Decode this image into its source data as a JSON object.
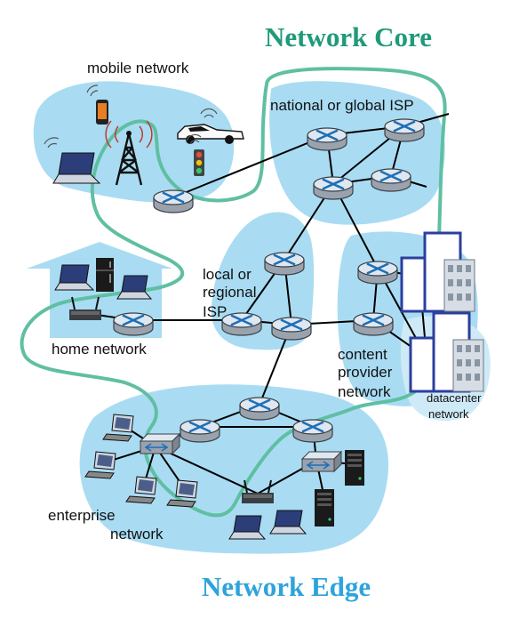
{
  "titles": {
    "core": "Network Core",
    "edge": "Network Edge"
  },
  "labels": {
    "mobile_network": "mobile network",
    "national_isp": "national or global ISP",
    "local_isp": [
      "local or",
      "regional",
      "ISP"
    ],
    "home_network": "home network",
    "content_provider": [
      "content",
      "provider",
      "network"
    ],
    "datacenter": [
      "datacenter",
      "network"
    ],
    "enterprise": [
      "enterprise",
      "network"
    ]
  },
  "colors": {
    "core_title": "#1f9a7a",
    "edge_title": "#2ea3dc",
    "core_boundary": "#5fbfa2",
    "region_fill": "#a9dcf3",
    "link": "#000000",
    "router_x": "#1c6fb8"
  },
  "icons": {
    "router": "router-icon",
    "switch": "switch-icon",
    "cell_tower": "cell-tower-icon",
    "laptop": "laptop-icon",
    "desktop": "desktop-computer-icon",
    "phone": "smartphone-icon",
    "car": "car-icon",
    "traffic_light": "traffic-light-icon",
    "fridge": "refrigerator-icon",
    "wifi_ap": "wireless-access-point-icon",
    "server": "server-rack-icon",
    "building": "datacenter-building-icon"
  }
}
